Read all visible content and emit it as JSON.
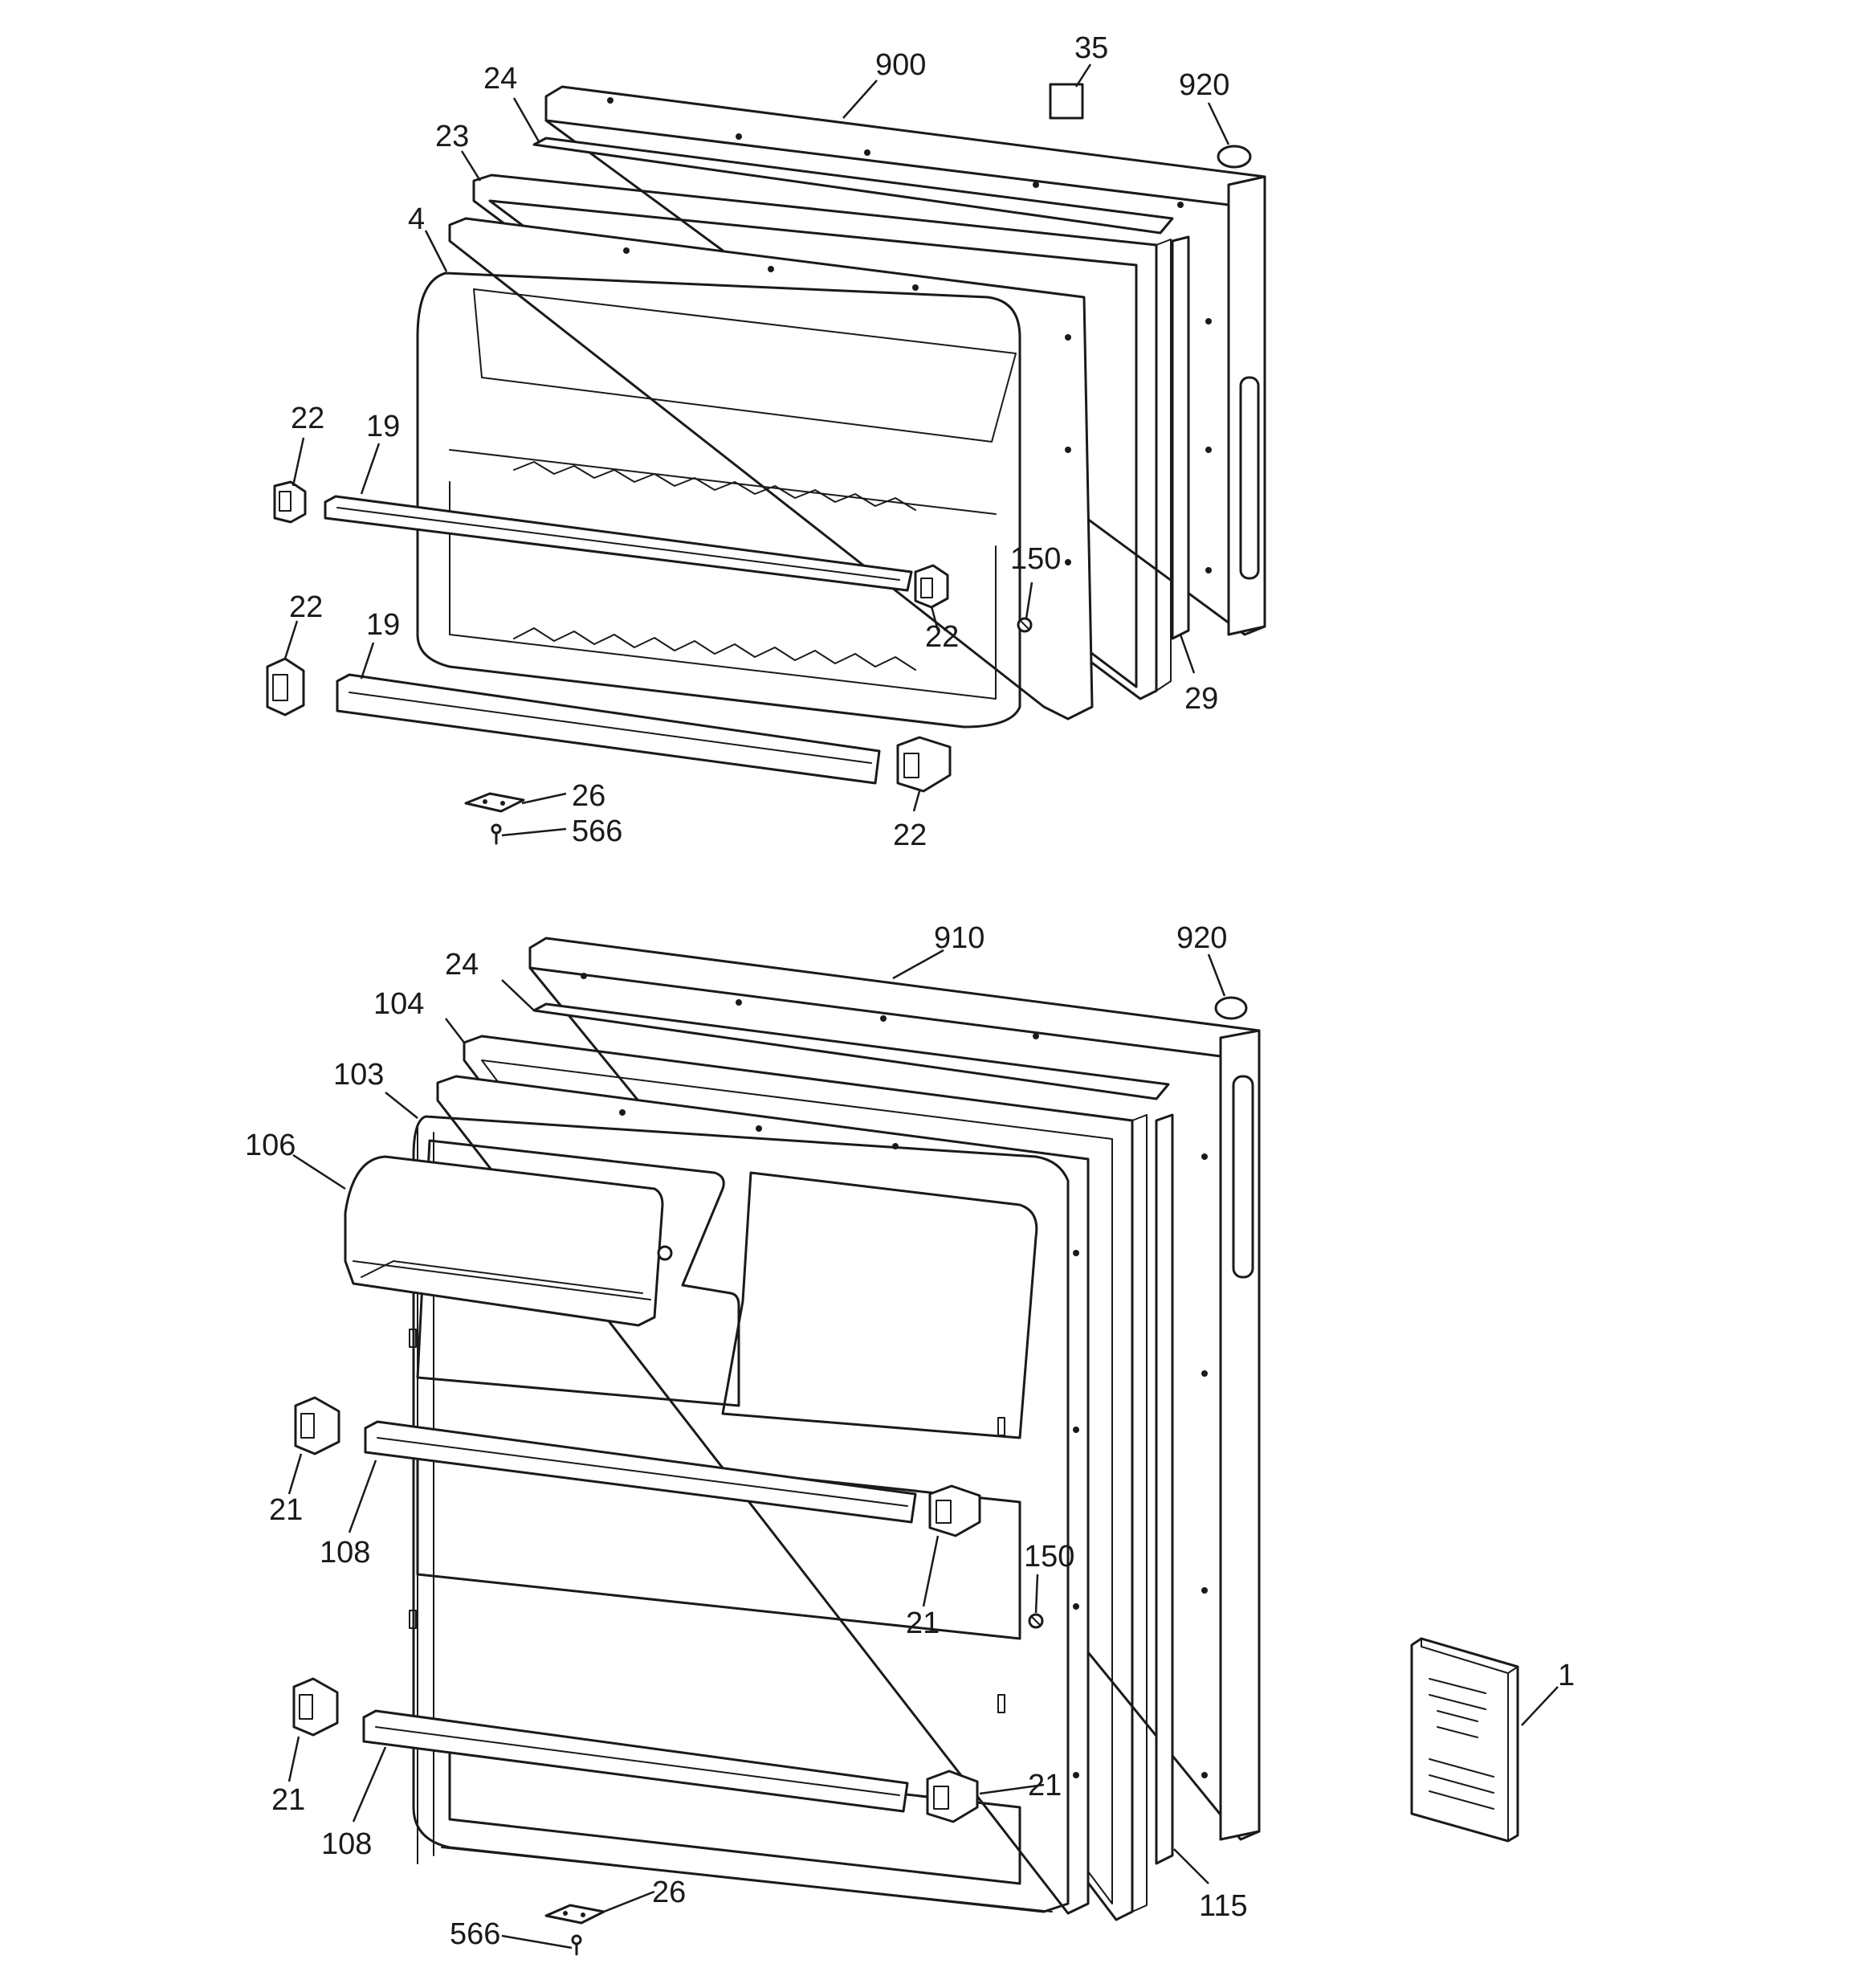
{
  "diagram": {
    "upper_door": {
      "labels": {
        "p900": "900",
        "p35": "35",
        "p920": "920",
        "p24": "24",
        "p23": "23",
        "p4": "4",
        "p22a": "22",
        "p19a": "19",
        "p22b": "22",
        "p19b": "19",
        "p22c": "22",
        "p150": "150",
        "p29": "29",
        "p26": "26",
        "p566": "566",
        "p22d": "22"
      }
    },
    "lower_door": {
      "labels": {
        "p910": "910",
        "p920": "920",
        "p24": "24",
        "p104": "104",
        "p103": "103",
        "p106": "106",
        "p21a": "21",
        "p108a": "108",
        "p21b": "21",
        "p150": "150",
        "p1": "1",
        "p21c": "21",
        "p108b": "108",
        "p21d": "21",
        "p115": "115",
        "p26": "26",
        "p566": "566"
      }
    }
  }
}
